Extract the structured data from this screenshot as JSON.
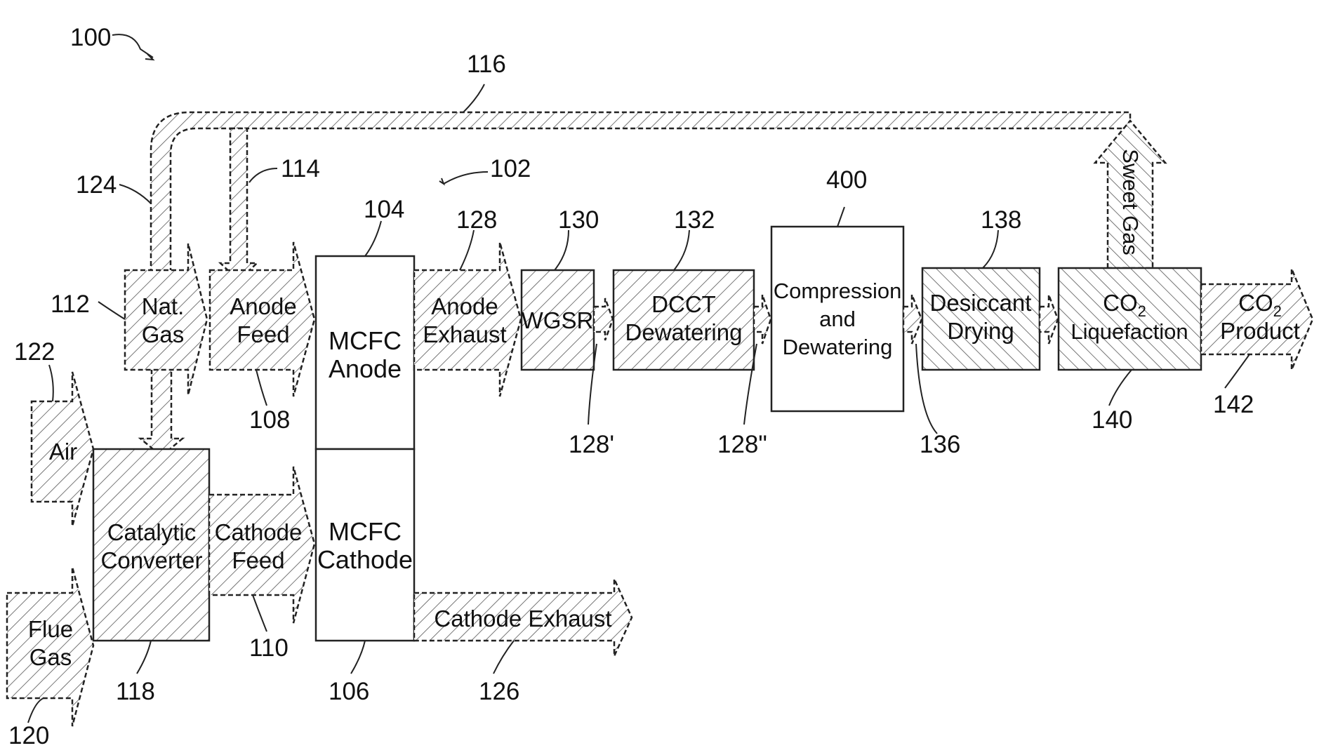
{
  "figure_ref": "100",
  "system_ref": "102",
  "blocks": {
    "nat_gas": {
      "line1": "Nat.",
      "line2": "Gas",
      "ref": "112"
    },
    "anode_feed": {
      "line1": "Anode",
      "line2": "Feed",
      "ref": "108"
    },
    "mcfc_anode": {
      "line1": "MCFC",
      "line2": "Anode",
      "ref": "104"
    },
    "anode_exhaust": {
      "line1": "Anode",
      "line2": "Exhaust",
      "ref": "128"
    },
    "wgsr": {
      "label": "WGSR",
      "ref": "130"
    },
    "dcct": {
      "line1": "DCCT",
      "line2": "Dewatering",
      "ref": "132"
    },
    "compression": {
      "line1": "Compression",
      "line2": "and",
      "line3": "Dewatering",
      "ref": "400"
    },
    "desiccant": {
      "line1": "Desiccant",
      "line2": "Drying",
      "ref": "138"
    },
    "liquefaction": {
      "line1": "CO",
      "sub": "2",
      "line2": "Liquefaction",
      "ref": "140"
    },
    "co2_product": {
      "line1": "CO",
      "sub": "2",
      "line2": "Product",
      "ref": "142"
    },
    "air": {
      "label": "Air",
      "ref": "122"
    },
    "flue_gas": {
      "line1": "Flue",
      "line2": "Gas",
      "ref": "120"
    },
    "catalytic": {
      "line1": "Catalytic",
      "line2": "Converter",
      "ref": "118"
    },
    "cathode_feed": {
      "line1": "Cathode",
      "line2": "Feed",
      "ref": "110"
    },
    "mcfc_cathode": {
      "line1": "MCFC",
      "line2": "Cathode",
      "ref": "106"
    },
    "cathode_exhaust": {
      "label": "Cathode Exhaust",
      "ref": "126"
    },
    "sweet_gas": {
      "label": "Sweet Gas"
    }
  },
  "refs": {
    "r116": "116",
    "r114": "114",
    "r124": "124",
    "r128p": "128'",
    "r128pp": "128\"",
    "r136": "136"
  }
}
